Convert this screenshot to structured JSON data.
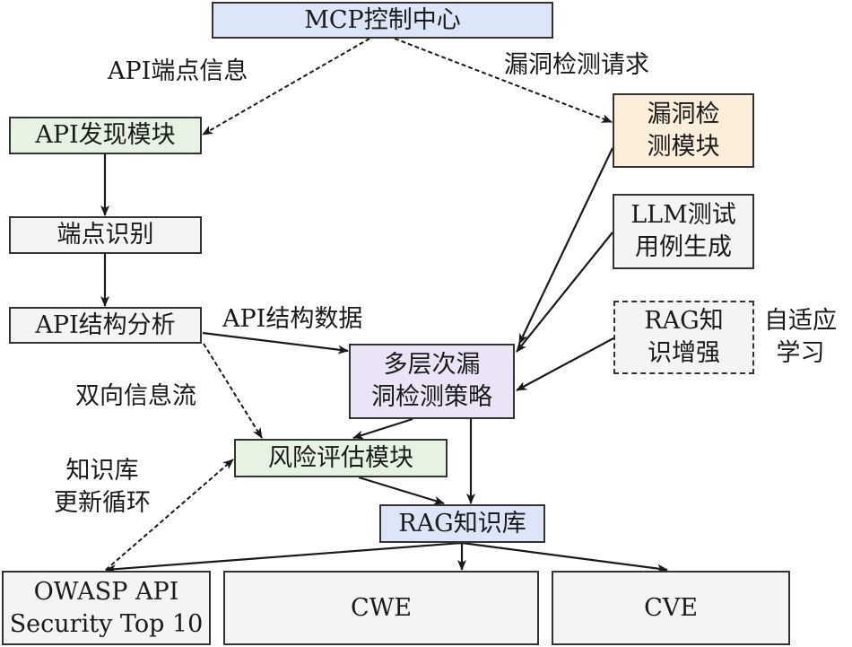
{
  "title": "MCP-based API vulnerability detection architecture",
  "colors": {
    "blue": "#dce6f8",
    "green": "#e6f3e3",
    "orange": "#fdeedb",
    "purple": "#ebe4f6",
    "gray": "#f4f4f4",
    "line": "#1a1a1a"
  },
  "nodes": {
    "mcp": {
      "label": "MCP控制中心",
      "color": "blue"
    },
    "api_discovery": {
      "label": "API发现模块",
      "color": "green"
    },
    "vuln_detect": {
      "label": "漏洞检\n测模块",
      "color": "orange"
    },
    "endpoint_id": {
      "label": "端点识别",
      "color": "gray"
    },
    "llm_testgen": {
      "label": "LLM测试\n用例生成",
      "color": "gray"
    },
    "api_struct": {
      "label": "API结构分析",
      "color": "gray"
    },
    "rag_enhance": {
      "label": "RAG知\n识增强",
      "color": "gray",
      "style": "dashed"
    },
    "multi_strategy": {
      "label": "多层次漏\n洞检测策略",
      "color": "purple"
    },
    "risk_assess": {
      "label": "风险评估模块",
      "color": "green"
    },
    "rag_kb": {
      "label": "RAG知识库",
      "color": "blue"
    },
    "owasp": {
      "label": "OWASP API\nSecurity Top 10",
      "color": "gray"
    },
    "cwe": {
      "label": "CWE",
      "color": "gray"
    },
    "cve": {
      "label": "CVE",
      "color": "gray"
    }
  },
  "edge_labels": {
    "api_endpoint_info": "API端点信息",
    "vuln_detect_request": "漏洞检测请求",
    "api_struct_data": "API结构数据",
    "bidirectional_flow": "双向信息流",
    "kb_update_cycle": "知识库\n更新循环",
    "adaptive_learning": "自适应\n学习"
  },
  "edges": [
    {
      "from": "mcp",
      "to": "api_discovery",
      "style": "dashed",
      "label": "api_endpoint_info"
    },
    {
      "from": "mcp",
      "to": "vuln_detect",
      "style": "dashed",
      "label": "vuln_detect_request"
    },
    {
      "from": "api_discovery",
      "to": "endpoint_id",
      "style": "solid"
    },
    {
      "from": "endpoint_id",
      "to": "api_struct",
      "style": "solid"
    },
    {
      "from": "api_struct",
      "to": "multi_strategy",
      "style": "solid",
      "label": "api_struct_data"
    },
    {
      "from": "api_struct",
      "to": "risk_assess",
      "style": "dashed",
      "label": "bidirectional_flow"
    },
    {
      "from": "vuln_detect",
      "to": "multi_strategy",
      "style": "solid"
    },
    {
      "from": "llm_testgen",
      "to": "multi_strategy",
      "style": "solid"
    },
    {
      "from": "rag_enhance",
      "to": "multi_strategy",
      "style": "solid"
    },
    {
      "from": "multi_strategy",
      "to": "risk_assess",
      "style": "solid"
    },
    {
      "from": "multi_strategy",
      "to": "rag_kb",
      "style": "solid"
    },
    {
      "from": "risk_assess",
      "to": "rag_kb",
      "style": "solid"
    },
    {
      "from": "rag_kb",
      "to": "owasp",
      "style": "solid"
    },
    {
      "from": "rag_kb",
      "to": "cwe",
      "style": "solid"
    },
    {
      "from": "rag_kb",
      "to": "cve",
      "style": "solid"
    },
    {
      "from": "owasp",
      "to": "risk_assess",
      "style": "dashed",
      "label": "kb_update_cycle"
    }
  ]
}
